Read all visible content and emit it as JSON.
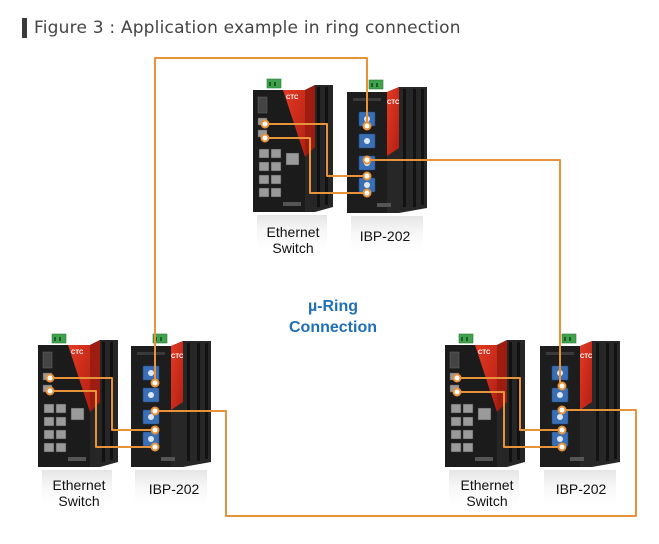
{
  "caption": "Figure 3 : Application example in ring connection",
  "ring_label": {
    "line1": "µ-Ring",
    "line2": "Connection"
  },
  "nodes": [
    {
      "switch_label_line1": "Ethernet",
      "switch_label_line2": "Switch",
      "converter_label": "IBP-202",
      "brand": "CTC"
    },
    {
      "switch_label_line1": "Ethernet",
      "switch_label_line2": "Switch",
      "converter_label": "IBP-202",
      "brand": "CTC"
    },
    {
      "switch_label_line1": "Ethernet",
      "switch_label_line2": "Switch",
      "converter_label": "IBP-202",
      "brand": "CTC"
    }
  ],
  "colors": {
    "cable": "#e8923a",
    "device_body": "#1b1b1b",
    "accent_red": "#d7301f",
    "terminal_green": "#3fa34d",
    "port_blue": "#3b6fb5",
    "ring_text": "#1f6fb8"
  }
}
